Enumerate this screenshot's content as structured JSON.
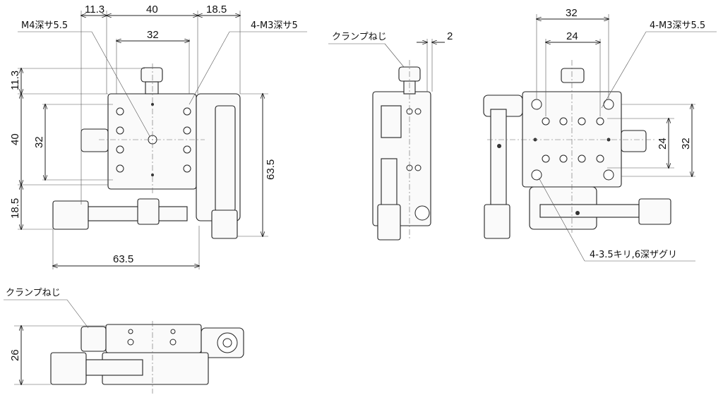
{
  "front_view": {
    "dims": {
      "top_left": "11.3",
      "top_mid": "40",
      "top_right": "18.5",
      "inner_top": "32",
      "left_top": "11.3",
      "left_mid": "40",
      "left_inner": "32",
      "left_bottom": "18.5",
      "right_height": "63.5",
      "bottom_width": "63.5"
    },
    "labels": {
      "center_hole": "M4深サ5.5",
      "corner_holes": "4-M3深サ5"
    }
  },
  "side_view": {
    "labels": {
      "clamp_screw": "クランプねじ"
    },
    "dims": {
      "offset": "2"
    }
  },
  "bottom_view": {
    "dims": {
      "outer_top": "32",
      "inner_top": "24",
      "inner_right": "24",
      "outer_right": "32"
    },
    "labels": {
      "tapped_holes": "4-M3深サ5.5",
      "counterbore_holes": "4-3.5キリ,6深ザグリ"
    }
  },
  "lower_view": {
    "labels": {
      "clamp_screw": "クランプねじ"
    },
    "dims": {
      "height": "26"
    }
  }
}
